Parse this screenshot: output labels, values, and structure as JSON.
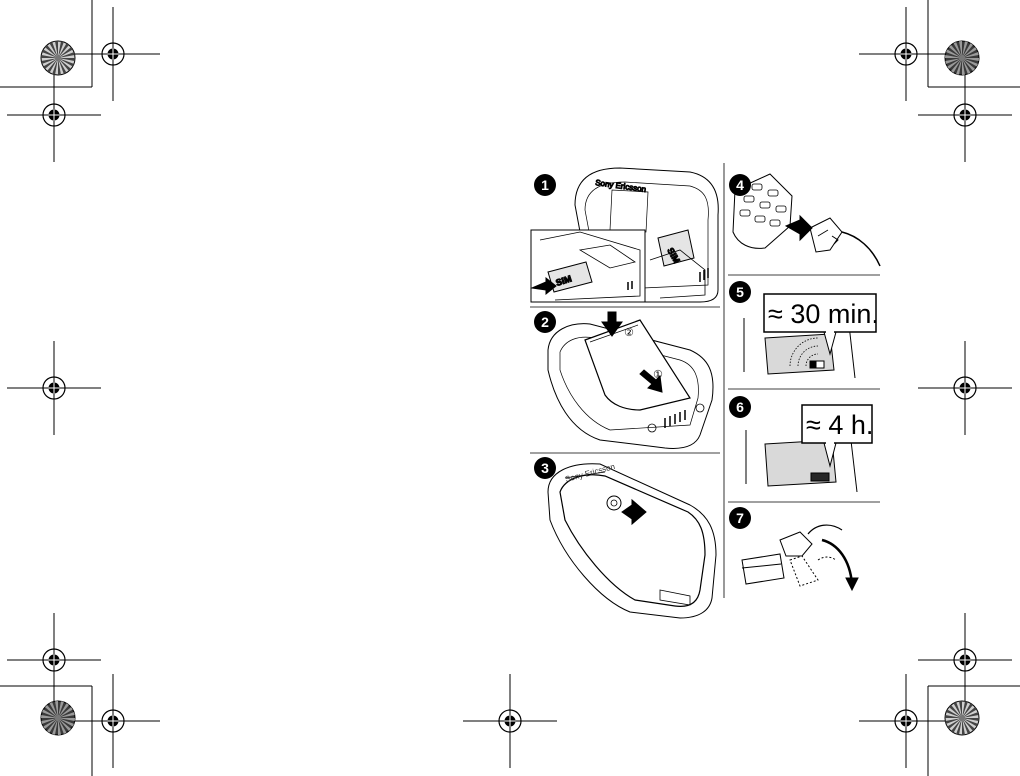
{
  "print_marks": {
    "registration_marks": [
      "crosshair",
      "crosshair",
      "crosshair",
      "crosshair",
      "crosshair",
      "crosshair",
      "crosshair",
      "crosshair",
      "crosshair",
      "crosshair"
    ],
    "color_wheels": [
      "starburst",
      "starburst",
      "starburst",
      "starburst"
    ]
  },
  "steps": [
    {
      "number": "1",
      "label_sim_a": "SIM",
      "label_sim_b": "SIM"
    },
    {
      "number": "2",
      "sub_1": "①",
      "sub_2": "②"
    },
    {
      "number": "3"
    },
    {
      "number": "4"
    },
    {
      "number": "5",
      "callout": "≈ 30 min."
    },
    {
      "number": "6",
      "callout": "≈ 4 h."
    },
    {
      "number": "7"
    }
  ],
  "brand_text": "Sony Ericsson",
  "colors": {
    "ink": "#000000",
    "panel_gray": "#d9d9d9",
    "paper": "#ffffff"
  }
}
